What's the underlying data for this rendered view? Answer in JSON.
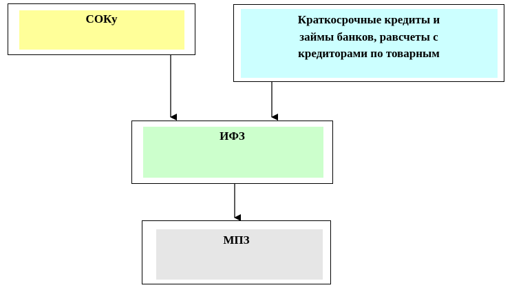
{
  "nodes": {
    "soku": {
      "label": "СОКу",
      "fill_color": "#ffff99"
    },
    "credits": {
      "lines": [
        "Краткосрочные кредиты и",
        "займы банков, равсчеты с",
        "кредиторами по товарным"
      ],
      "fill_color": "#ccffff"
    },
    "ifz": {
      "label": "ИФЗ",
      "fill_color": "#ccffcc"
    },
    "mpz": {
      "label": "МПЗ",
      "fill_color": "#e6e6e6"
    }
  },
  "edges": [
    {
      "from": "СОКу",
      "to": "ИФЗ"
    },
    {
      "from": "Краткосрочные кредиты и займы банков, равсчеты с кредиторами по товарным",
      "to": "ИФЗ"
    },
    {
      "from": "ИФЗ",
      "to": "МПЗ"
    }
  ]
}
